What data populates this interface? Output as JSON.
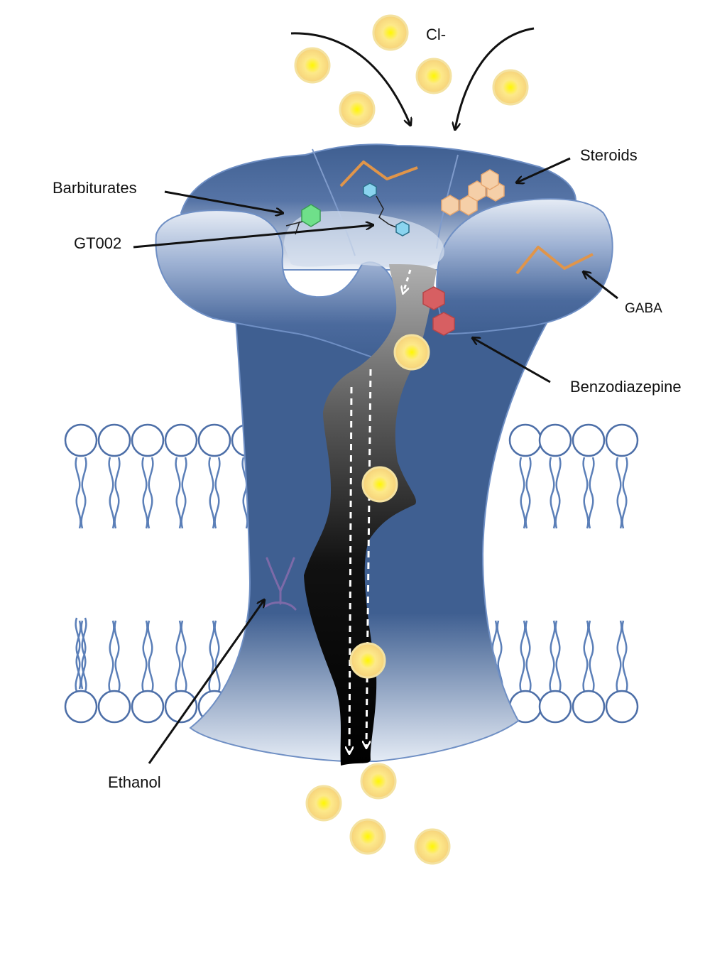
{
  "labels": {
    "chloride": "Cl-",
    "steroids": "Steroids",
    "barbiturates": "Barbiturates",
    "gt002": "GT002",
    "gaba": "GABA",
    "benzodiazepine": "Benzodiazepine",
    "ethanol": "Ethanol"
  },
  "colors": {
    "receptor": "#3f5f91",
    "receptor_outline": "#6f8fc4",
    "receptor_light": "#dfe7f3",
    "membrane": "#4d6fa8",
    "pore": "#111111",
    "ion_fill": "#fde58a",
    "ion_core": "#fff36a",
    "ion_ring": "#f4e2a0",
    "gaba_ligand": "#e0954a",
    "steroid": "#f5cfa8",
    "barbiturate": "#6fe08a",
    "gt002": "#8ad4ef",
    "benzodiazepine": "#d75f62",
    "ethanol_site": "#7d6aa8"
  }
}
